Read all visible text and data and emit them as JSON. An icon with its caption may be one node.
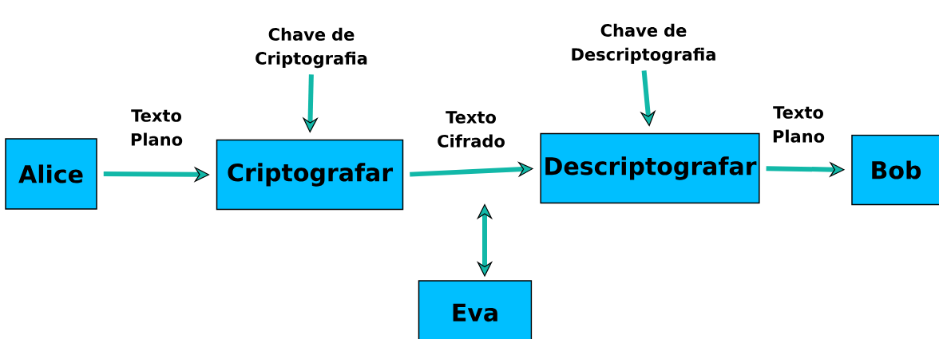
{
  "diagram": {
    "nodes": [
      {
        "text": [
          "Chave de Criptografia"
        ]
      },
      {
        "text": [
          "Chave de Descriptografia"
        ]
      },
      {
        "text": [
          "Alice"
        ]
      },
      {
        "text": [
          "Criptografar"
        ]
      },
      {
        "text": [
          "Descriptografar"
        ]
      },
      {
        "text": [
          "Bob"
        ]
      },
      {
        "text": [
          "Eva"
        ]
      }
    ],
    "edges": [
      {
        "from": 2,
        "to": 3,
        "arrow": "to",
        "label": "Texto Plano"
      },
      {
        "from": 3,
        "to": 4,
        "arrow": "to",
        "label": "Texto Cifrado"
      },
      {
        "from": 4,
        "to": 5,
        "arrow": "to",
        "label": "Texto Plano"
      },
      {
        "from": 0,
        "to": 3,
        "arrow": "to"
      },
      {
        "from": 1,
        "to": 4,
        "arrow": "to"
      },
      {
        "from": 6,
        "to": null,
        "arrow": "both"
      }
    ]
  }
}
